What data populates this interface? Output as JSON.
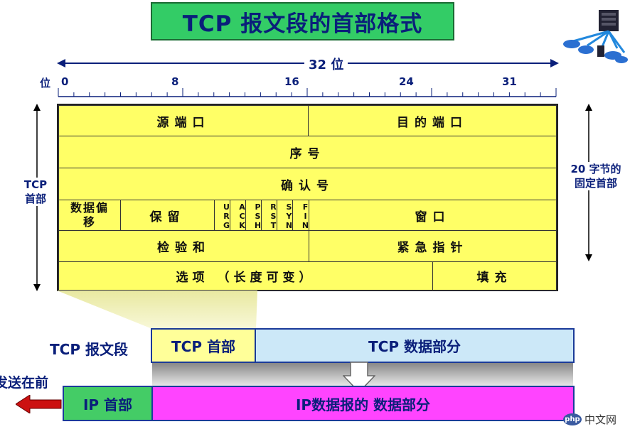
{
  "title": "TCP 报文段的首部格式",
  "bit_width_label": "32 位",
  "ruler": {
    "unit_label": "位",
    "ticks": [
      "0",
      "8",
      "16",
      "24",
      "31"
    ]
  },
  "header_rows": {
    "row1": {
      "source_port": "源端口",
      "dest_port": "目的端口"
    },
    "row2": {
      "seq": "序号"
    },
    "row3": {
      "ack": "确认号"
    },
    "row4": {
      "data_offset": "数据偏移",
      "reserved": "保留",
      "flags": [
        "URG",
        "ACK",
        "PSH",
        "RST",
        "SYN",
        "FIN"
      ],
      "window": "窗口"
    },
    "row5": {
      "checksum": "检验和",
      "urgent_pointer": "紧急指针"
    },
    "row6": {
      "options": "选项 （长度可变）",
      "padding": "填充"
    }
  },
  "left_side_label": "TCP\n首部",
  "right_side_label": "20 字节的\n固定首部",
  "segment": {
    "label": "TCP 报文段",
    "header": "TCP 首部",
    "data": "TCP 数据部分"
  },
  "ip_packet": {
    "send_first": "发送在前",
    "header": "IP 首部",
    "data": "IP数据报的 数据部分"
  },
  "watermark": "php中文网",
  "colors": {
    "title_bg": "#33cc66",
    "field_bg": "#ffff66",
    "text_blue": "#0a1f7a",
    "tcp_data_bg": "#cce8f8",
    "ip_header_bg": "#44cc66",
    "ip_data_bg": "#ff44ff",
    "arrow_red": "#cc1111"
  },
  "icons": [
    "network-topology-icon",
    "php-logo-icon"
  ]
}
